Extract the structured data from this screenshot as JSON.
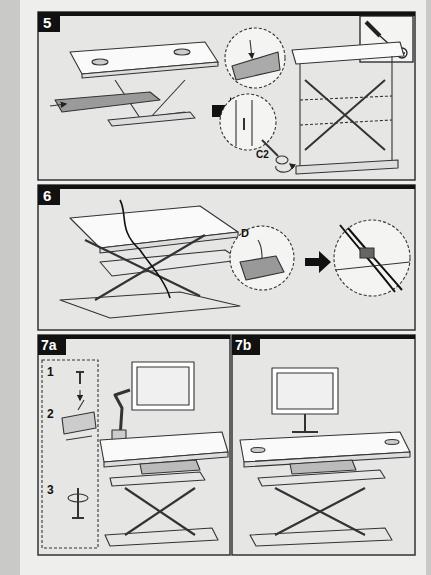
{
  "diagram": {
    "labels": [
      "5",
      "C2",
      "6",
      "D",
      "7a",
      "1",
      "2",
      "3",
      "7b"
    ]
  }
}
